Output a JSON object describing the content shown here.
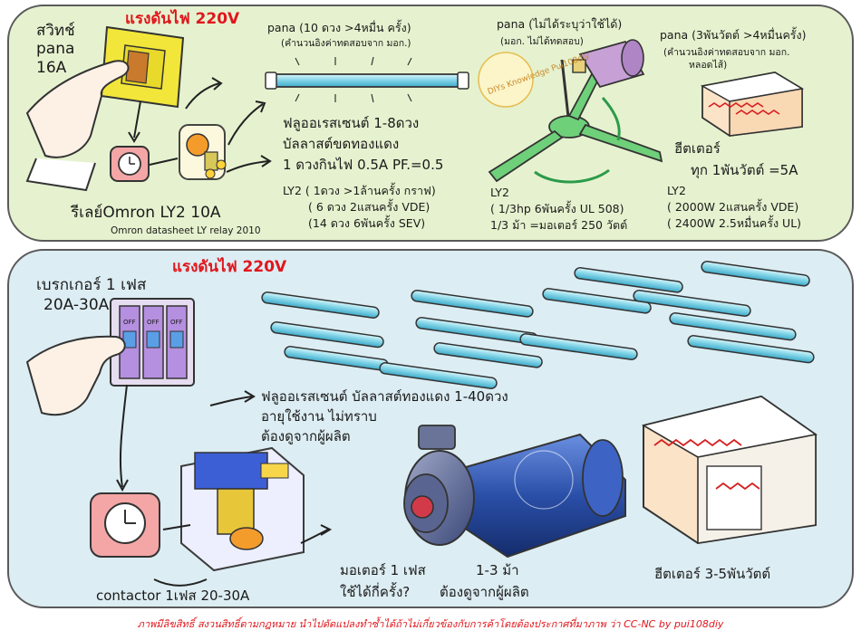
{
  "top": {
    "voltage_label": "แรงดันไฟ 220V",
    "switch_label": "สวิทช์\npana\n16A",
    "relay_title": "รีเลย์Omron LY2 10A",
    "relay_note": "Omron datasheet LY relay 2010",
    "tube_title": "pana (10 ดวง >4หมื่น ครั้ง)",
    "tube_note": "(คำนวนอิงค่าทดสอบจาก มอก.)",
    "fluor_line1": "ฟลูออเรสเซนต์ 1-8ดวง",
    "fluor_line2": "บัลลาสต์ขดทองแดง",
    "fluor_line3": "1 ดวงกินไฟ 0.5A PF.=0.5",
    "ly2_lamp_1": "LY2 ( 1ดวง >1ล้านครั้ง กราฟ)",
    "ly2_lamp_2": "( 6 ดวง  2แสนครั้ง VDE)",
    "ly2_lamp_3": "(14 ดวง  6พันครั้ง SEV)",
    "fan_title": "pana (ไม่ได้ระบุว่าใช้ได้)",
    "fan_note": "(มอก. ไม่ได้ทดสอบ)",
    "fan_ly2": "LY2",
    "fan_line1": "( 1/3hp 6พันครั้ง UL 508)",
    "fan_line2": "1/3 ม้า =มอเตอร์ 250 วัตต์",
    "heater_title": "pana (3พันวัตต์ >4หมื่นครั้ง)",
    "heater_note1": "(คำนวนอิงค่าทดสอบจาก มอก.",
    "heater_note2": "หลอดไส้)",
    "heater_label": "ฮีตเตอร์",
    "heater_rate": "ทุก 1พันวัตต์ =5A",
    "heater_ly2": "LY2",
    "heater_line1": "( 2000W 2แสนครั้ง VDE)",
    "heater_line2": "( 2400W 2.5หมื่นครั้ง UL)",
    "watermark": "DIYs Knowledge Pui108diy"
  },
  "bottom": {
    "voltage_label": "แรงดันไฟ 220V",
    "breaker_line1": "เบรกเกอร์ 1 เฟส",
    "breaker_line2": "20A-30A",
    "fluor_line1": "ฟลูออเรสเซนต์ บัลลาสต์ทองแดง 1-40ดวง",
    "fluor_line2": "อายุใช้งาน ไม่ทราบ",
    "fluor_line3": "ต้องดูจากผู้ผลิต",
    "contactor_label": "contactor 1เฟส 20-30A",
    "motor_line1": "มอเตอร์ 1 เฟส",
    "motor_line1b": "1-3 ม้า",
    "motor_line2": "ใช้ได้กี่ครั้ง?",
    "motor_line2b": "ต้องดูจากผู้ผลิต",
    "heater_label": "ฮีตเตอร์ 3-5พันวัตต์",
    "breaker_labels": [
      "OFF",
      "OFF",
      "OFF"
    ]
  },
  "footer": "ภาพมีลิขสิทธิ์  สงวนสิทธิ์ตามกฎหมาย นำไปดัดแปลงทำซ้ำได้ถ้าไม่เกี่ยวข้องกับการค้าโดยต้องประกาศที่มาภาพ ว่า CC-NC by pui108diy",
  "colors": {
    "top_bg": "#e6f2cf",
    "bottom_bg": "#dcedf3",
    "accent_red": "#e0161c",
    "tube_blue": "#7fd3e6",
    "fan_green": "#6fd07a",
    "motor_blue": "#2a4fa8"
  }
}
